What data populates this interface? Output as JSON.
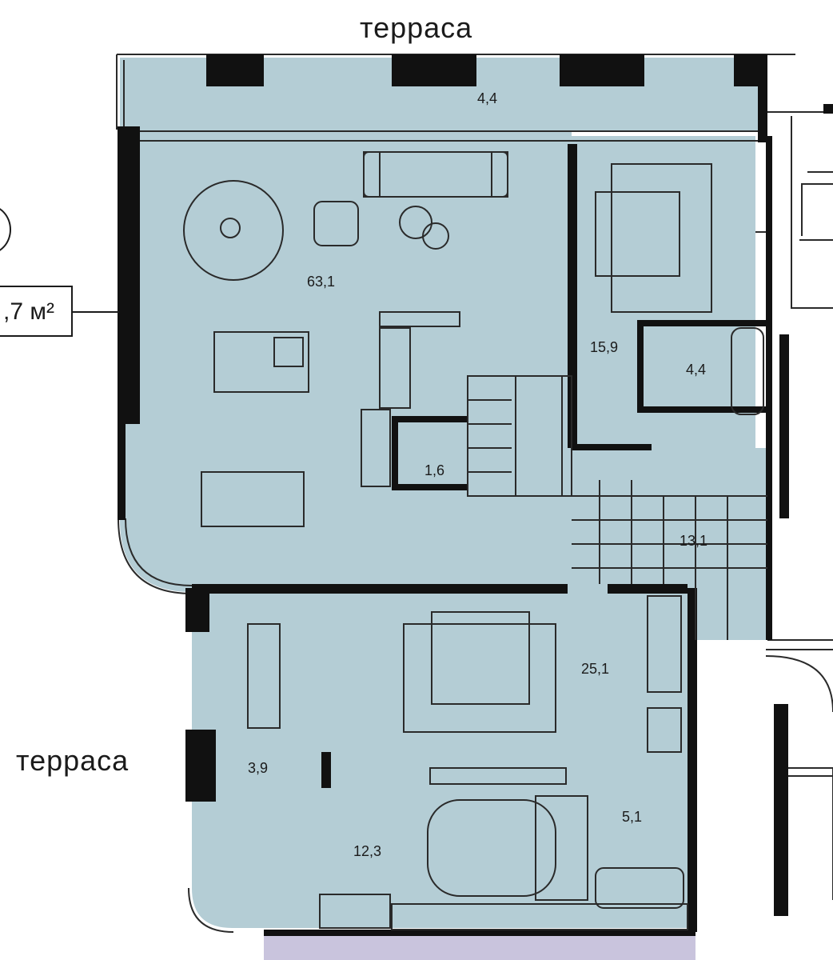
{
  "terrace_labels": {
    "top": "терраса",
    "left": "терраса"
  },
  "total_area": ",7 м²",
  "room_areas": {
    "top_terrace": "4,4",
    "living": "63,1",
    "bedroom_small": "15,9",
    "bath_small": "4,4",
    "wc": "1,6",
    "hall": "13,1",
    "master_bedroom": "25,1",
    "left_terrace": "3,9",
    "bath_master": "5,1",
    "study": "12,3"
  },
  "colors": {
    "room_fill": "#b4cdd5",
    "wall": "#111111",
    "line": "#2a2a2a",
    "neighbor_fill": "#c9c4dd"
  }
}
